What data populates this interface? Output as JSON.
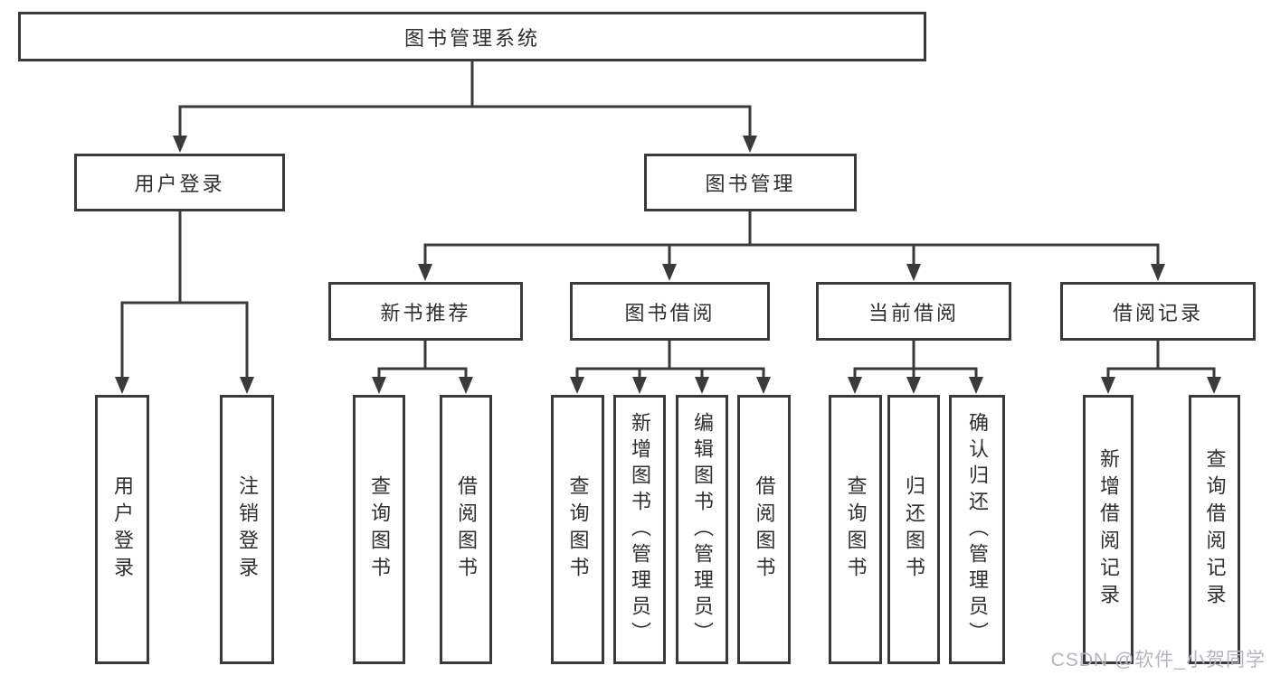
{
  "tree": {
    "root": {
      "label": "图书管理系统"
    },
    "children": [
      {
        "label": "用户登录",
        "children": [
          {
            "label": "用户登录"
          },
          {
            "label": "注销登录"
          }
        ]
      },
      {
        "label": "图书管理",
        "children": [
          {
            "label": "新书推荐",
            "children": [
              {
                "label": "查询图书"
              },
              {
                "label": "借阅图书"
              }
            ]
          },
          {
            "label": "图书借阅",
            "children": [
              {
                "label": "查询图书"
              },
              {
                "label": "新增图书（管理员）"
              },
              {
                "label": "编辑图书（管理员）"
              },
              {
                "label": "借阅图书"
              }
            ]
          },
          {
            "label": "当前借阅",
            "children": [
              {
                "label": "查询图书"
              },
              {
                "label": "归还图书"
              },
              {
                "label": "确认归还（管理员）"
              }
            ]
          },
          {
            "label": "借阅记录",
            "children": [
              {
                "label": "新增借阅记录"
              },
              {
                "label": "查询借阅记录"
              }
            ]
          }
        ]
      }
    ]
  },
  "watermark": "CSDN @软件_小贺同学",
  "colors": {
    "line": "#3a3a3c",
    "text": "#2f2f31",
    "background": "#ffffff",
    "watermark": "#b3b6ba"
  }
}
